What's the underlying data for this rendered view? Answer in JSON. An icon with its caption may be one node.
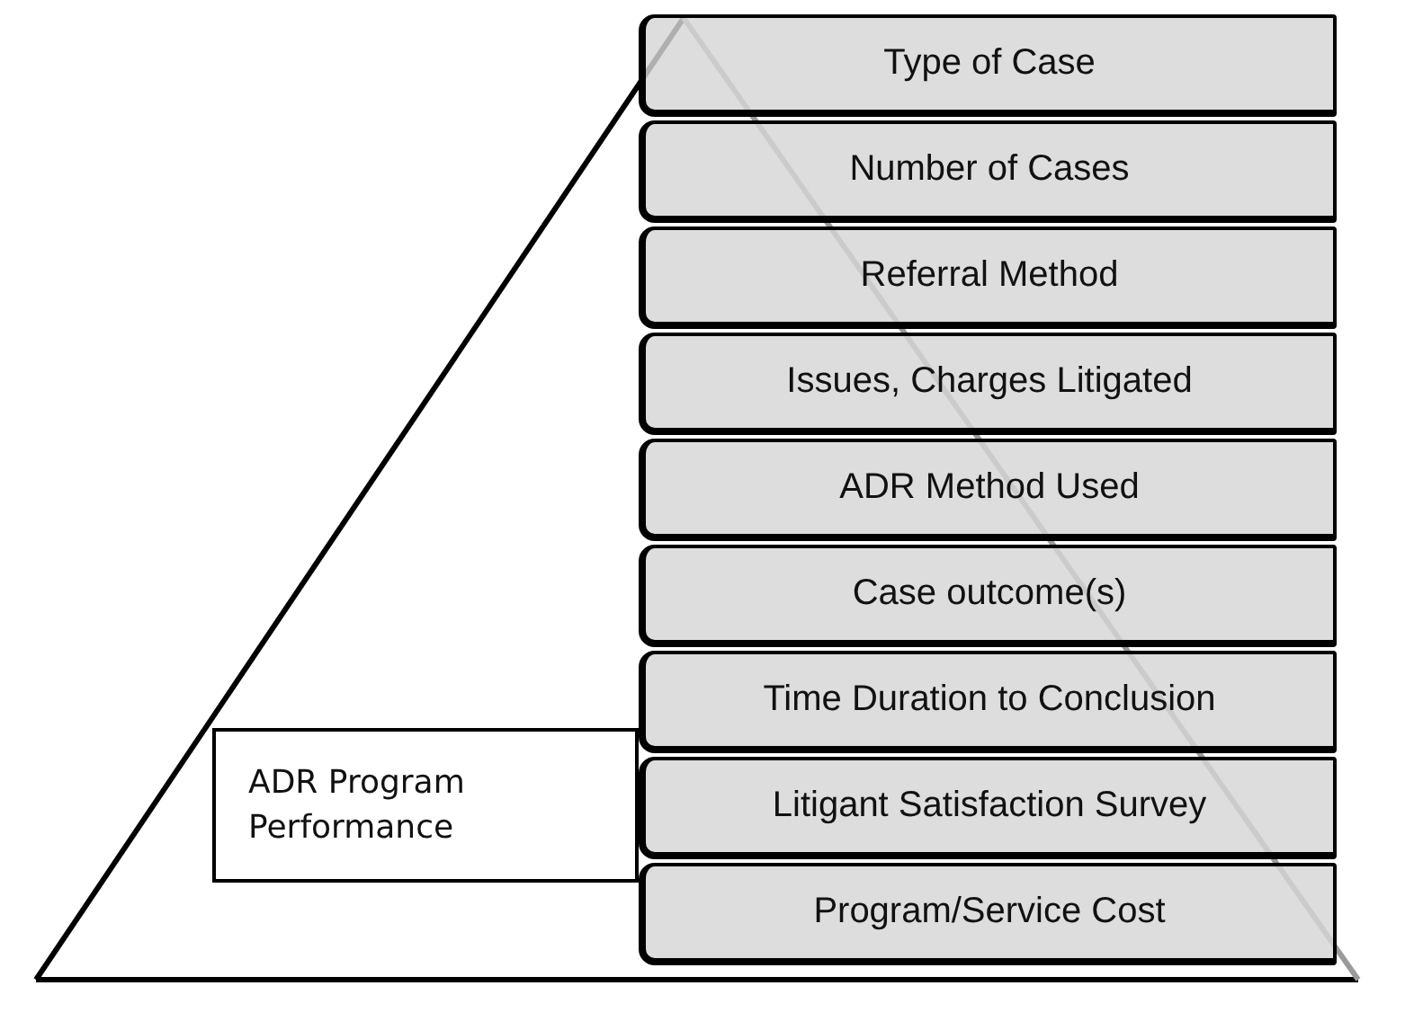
{
  "diagram": {
    "nodes": [
      {
        "text": [
          "Type of Case"
        ]
      },
      {
        "text": [
          "Number of Cases"
        ]
      },
      {
        "text": [
          "Referral Method"
        ]
      },
      {
        "text": [
          "Issues, Charges Litigated"
        ]
      },
      {
        "text": [
          "ADR Method Used"
        ]
      },
      {
        "text": [
          "Case outcome(s)"
        ]
      },
      {
        "text": [
          "Time Duration to Conclusion"
        ]
      },
      {
        "text": [
          "Litigant Satisfaction Survey"
        ]
      },
      {
        "text": [
          "Program/Service Cost"
        ]
      },
      {
        "text": [
          "ADR Program Performance"
        ]
      }
    ]
  }
}
